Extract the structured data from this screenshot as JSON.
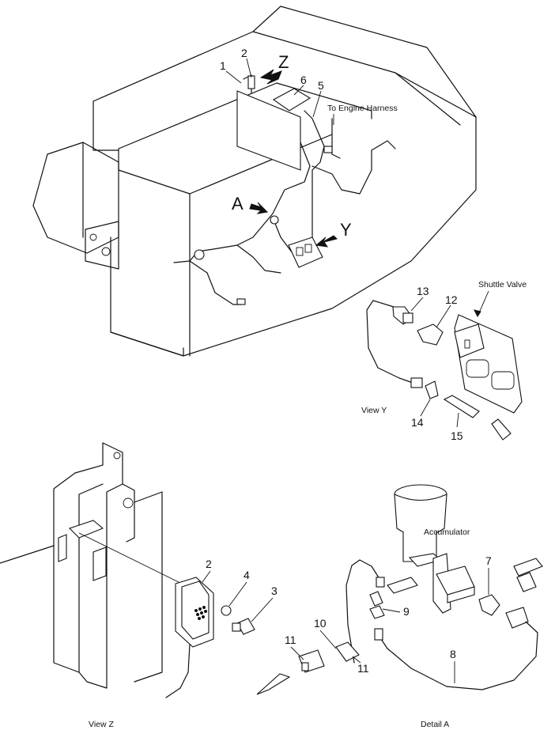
{
  "callouts": {
    "n1": "1",
    "n2": "2",
    "n3": "3",
    "n4": "4",
    "n5": "5",
    "n6": "6",
    "n7": "7",
    "n8": "8",
    "n9": "9",
    "n10": "10",
    "n11": "11",
    "n12": "12",
    "n13": "13",
    "n14": "14",
    "n15": "15"
  },
  "view_markers": {
    "z": "Z",
    "a": "A",
    "y": "Y"
  },
  "labels": {
    "engine_harness": "To Engine Harness",
    "shuttle_valve": "Shuttle Valve",
    "accumulator": "Accumulator",
    "view_y": "View Y",
    "view_z": "View Z",
    "detail_a": "Detail A"
  }
}
